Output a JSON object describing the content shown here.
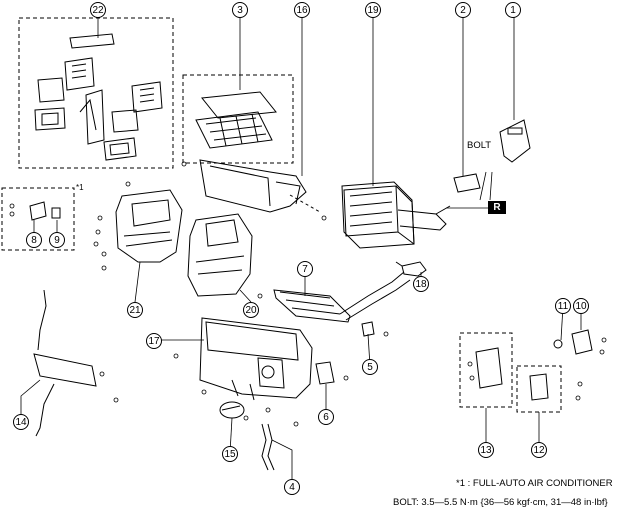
{
  "callouts": [
    "1",
    "2",
    "3",
    "4",
    "5",
    "6",
    "7",
    "8",
    "9",
    "10",
    "11",
    "12",
    "13",
    "14",
    "15",
    "16",
    "17",
    "18",
    "19",
    "20",
    "21",
    "22"
  ],
  "bolt_label": "BOLT",
  "r_badge": "R",
  "asterisk_marker": "*1",
  "note_full_auto": "*1 : FULL-AUTO AIR CONDITIONER",
  "note_bolt_torque": "BOLT: 3.5—5.5 N·m {36—56 kgf·cm, 31—48 in·lbf}"
}
